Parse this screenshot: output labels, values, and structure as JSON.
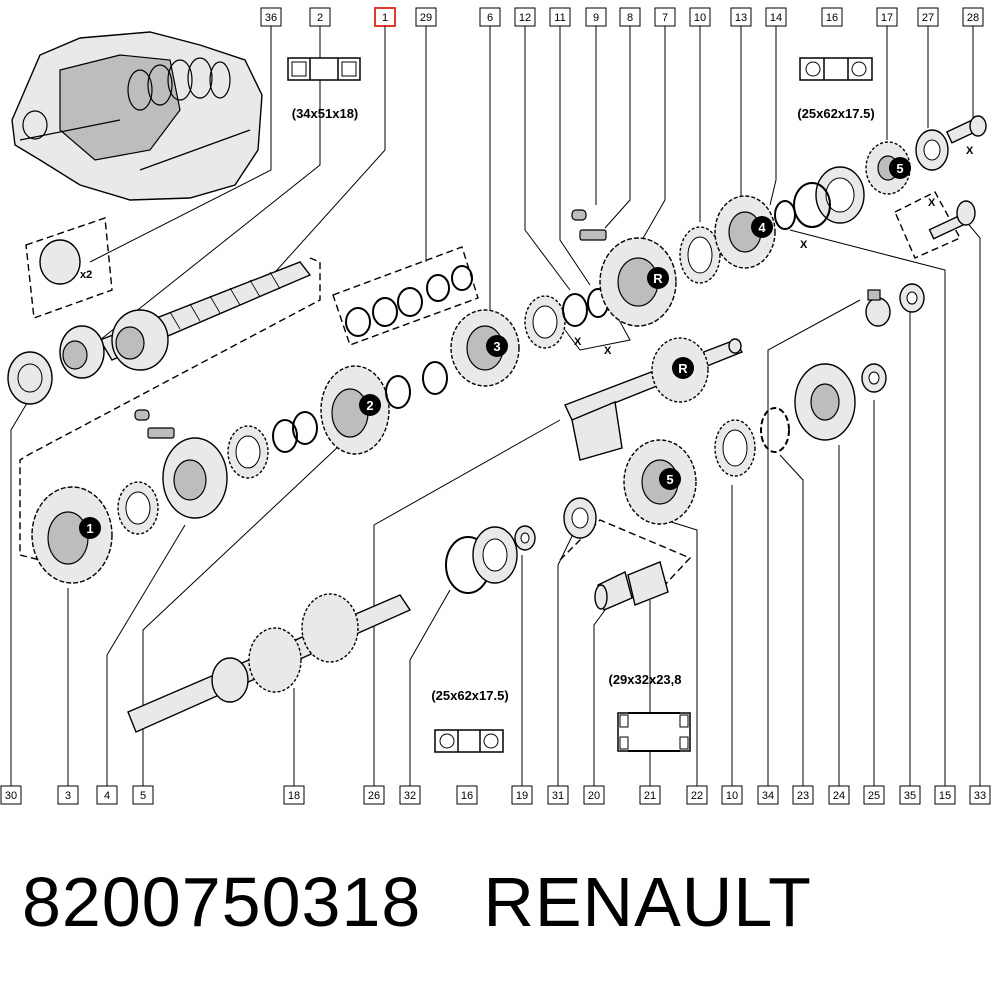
{
  "diagram": {
    "highlight_color": "#e2231a",
    "top_labels": [
      "36",
      "2",
      "1",
      "29",
      "6",
      "12",
      "11",
      "9",
      "8",
      "7",
      "10",
      "13",
      "14",
      "16",
      "17",
      "27",
      "28"
    ],
    "bottom_labels": [
      "30",
      "3",
      "4",
      "5",
      "18",
      "26",
      "32",
      "16",
      "19",
      "31",
      "20",
      "21",
      "22",
      "10",
      "34",
      "23",
      "24",
      "25",
      "35",
      "15",
      "33"
    ],
    "highlighted_label": "1",
    "dimensions": {
      "bearing_top_left": "(34x51x18)",
      "bearing_top_right": "(25x62x17.5)",
      "bearing_bottom_center": "(25x62x17.5)",
      "needle_bearing": "(29x32x23,8"
    },
    "gear_badges": [
      "1",
      "2",
      "3",
      "4",
      "5",
      "R",
      "R",
      "5"
    ],
    "clearance_mark": "X",
    "qty_mark": "x2"
  },
  "footer": {
    "part_number": "8200750318",
    "brand": "RENAULT"
  }
}
